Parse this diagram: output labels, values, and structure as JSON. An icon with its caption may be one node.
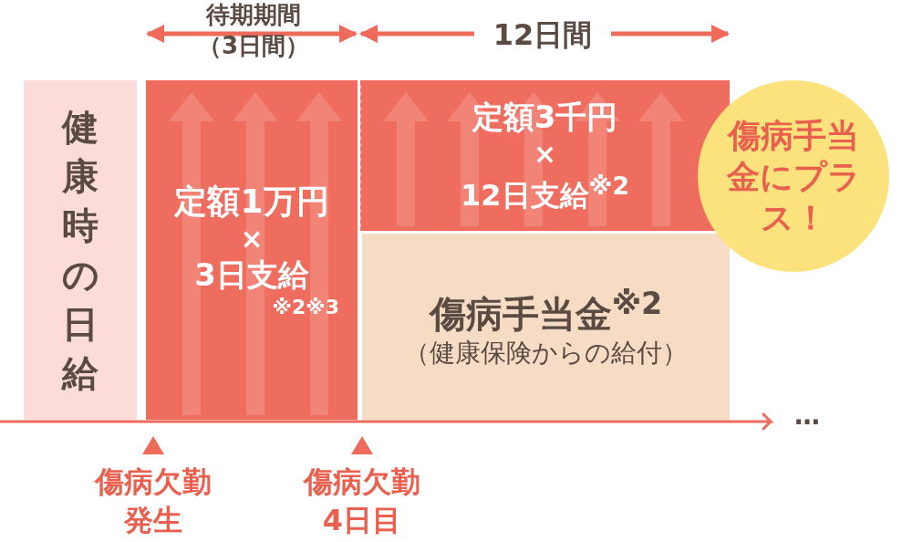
{
  "diagram": {
    "nodes": [
      {
        "text": [
          "健康時の日給"
        ]
      },
      {
        "text": [
          "定額1万円",
          "×",
          "3日支給",
          "※2※3"
        ]
      },
      {
        "text": [
          "定額3千円",
          "×",
          "12日支給$^{※2}$"
        ]
      },
      {
        "text": [
          "傷病手当金$^{※2}$",
          "（健康保険からの給付）"
        ]
      },
      {
        "text": [
          "傷病手当金にプラス！"
        ]
      }
    ],
    "edges": [],
    "labels": [
      "待期期間（3日間）",
      "12日間",
      "…",
      "傷病欠勤発生",
      "傷病欠勤4日目"
    ]
  }
}
